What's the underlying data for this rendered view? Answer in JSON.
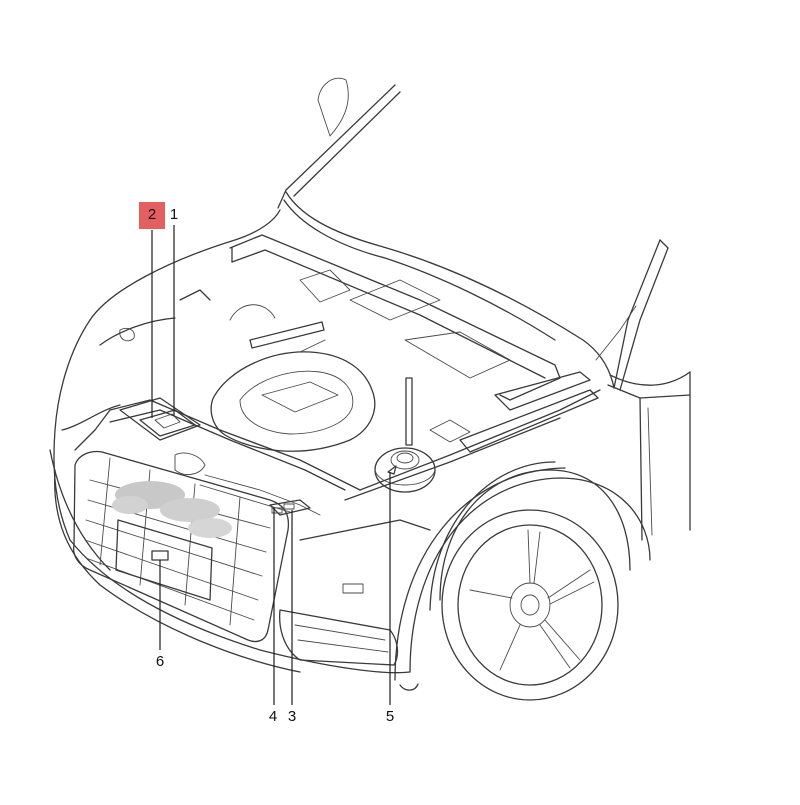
{
  "callouts": [
    {
      "id": "c1",
      "label": "1"
    },
    {
      "id": "c2",
      "label": "2",
      "highlighted": true
    },
    {
      "id": "c3",
      "label": "3"
    },
    {
      "id": "c4",
      "label": "4"
    },
    {
      "id": "c5",
      "label": "5"
    },
    {
      "id": "c6",
      "label": "6"
    }
  ],
  "colors": {
    "highlight": "#e46060",
    "line": "#3a3a3a",
    "label": "#111111"
  }
}
